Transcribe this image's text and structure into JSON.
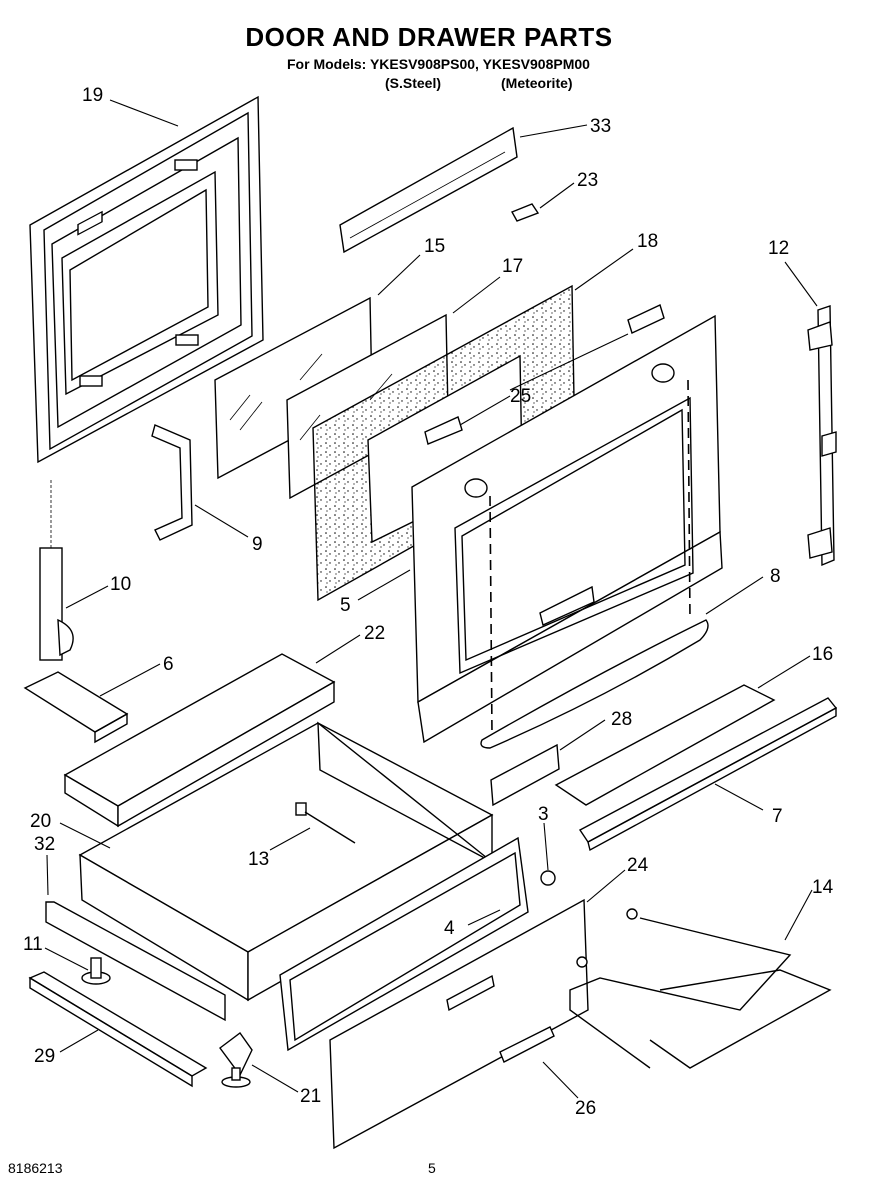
{
  "header": {
    "title": "DOOR AND DRAWER PARTS",
    "models_line": "For Models: YKESV908PS00, YKESV908PM00",
    "variant_1": "(S.Steel)",
    "variant_2": "(Meteorite)"
  },
  "footer": {
    "doc_number": "8186213",
    "page_number": "5"
  },
  "callouts": {
    "c19": "19",
    "c33": "33",
    "c23": "23",
    "c15": "15",
    "c18": "18",
    "c17": "17",
    "c12": "12",
    "c25": "25",
    "c9": "9",
    "c10": "10",
    "c5": "5",
    "c8": "8",
    "c22": "22",
    "c6": "6",
    "c16": "16",
    "c28": "28",
    "c20": "20",
    "c3": "3",
    "c32": "32",
    "c13": "13",
    "c7": "7",
    "c24": "24",
    "c14": "14",
    "c4": "4",
    "c11": "11",
    "c29": "29",
    "c21": "21",
    "c26": "26"
  }
}
